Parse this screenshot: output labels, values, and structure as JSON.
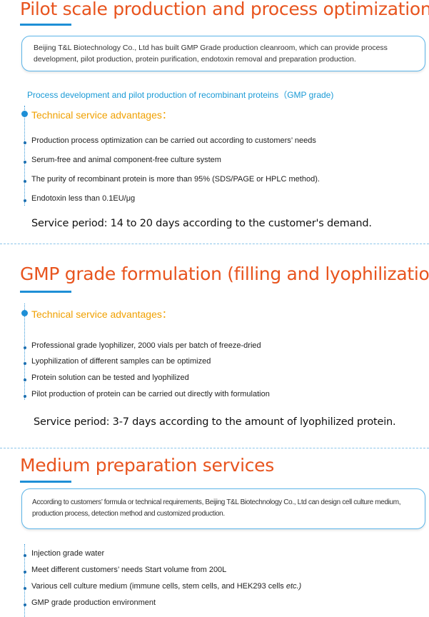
{
  "section1": {
    "title": "Pilot scale production and process optimization",
    "intro": "Beijing T&L Biotechnology Co., Ltd has built GMP Grade production cleanroom, which can provide process development, pilot production, protein purification, endotoxin removal and preparation production.",
    "subhead": "Process development and pilot production of recombinant proteins（GMP grade)",
    "advantages_label": "Technical service advantages：",
    "items": [
      "Production process optimization can be carried out according to customers’ needs",
      "Serum-free and animal component-free culture system",
      "The purity of recombinant protein is more than 95% (SDS/PAGE or HPLC method).",
      "Endotoxin less than 0.1EU/μg"
    ],
    "period": "Service period: 14 to 20 days according to the customer's demand."
  },
  "section2": {
    "title": "GMP grade formulation (filling and lyophilization)",
    "advantages_label": "Technical service advantages：",
    "items": [
      "Professional grade lyophilizer, 2000 vials per batch of freeze-dried",
      "Lyophilization of different samples can be optimized",
      "Protein solution can be tested and lyophilized",
      "Pilot production of protein can be carried out directly with formulation"
    ],
    "period": "Service period: 3-7 days according to the amount of lyophilized protein."
  },
  "section3": {
    "title": "Medium preparation services",
    "intro": "According to customers’ formula or technical requirements, Beijing T&L Biotechnology Co., Ltd can design cell culture medium, production process, detection method and customized production.",
    "items": [
      "Injection grade water",
      "Meet different customers’ needs  Start volume from 200L",
      " Various cell culture medium  (immune cells, stem cells, and  HEK293 cells ",
      "GMP grade production environment"
    ],
    "item3_suffix": "etc.)"
  },
  "colors": {
    "title": "#e8541e",
    "accent_blue": "#1e8fd6",
    "advantage_orange": "#f0a000"
  }
}
